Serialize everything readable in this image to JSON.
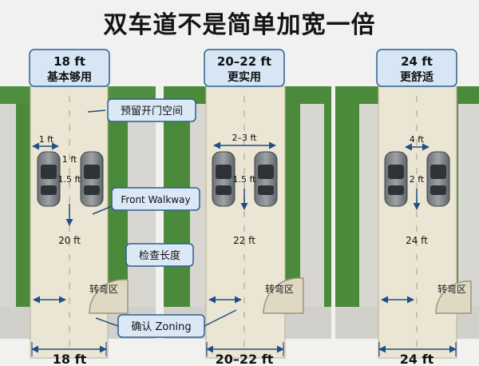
{
  "title": "双车道不是简单加宽一倍",
  "panels": [
    {
      "header_width": "18 ft",
      "header_note": "基本够用",
      "gap_side": "1 ft",
      "gap_between": "1 ft",
      "gap_front": "1.5 ft",
      "depth": "20 ft",
      "turn_label": "转弯区",
      "bottom_width": "18 ft"
    },
    {
      "header_width": "20–22 ft",
      "header_note": "更实用",
      "gap_between": "2–3 ft",
      "gap_front": "1.5 ft",
      "depth": "22 ft",
      "turn_label": "转弯区",
      "bottom_width": "20–22 ft"
    },
    {
      "header_width": "24 ft",
      "header_note": "更舒适",
      "gap_between": "4 ft",
      "gap_front": "2 ft",
      "depth": "24 ft",
      "turn_label": "转弯区",
      "bottom_width": "24 ft"
    }
  ],
  "callouts": {
    "door_space": "预留开门空间",
    "front_walkway": "Front Walkway",
    "check_length": "检查长度",
    "confirm_zoning": "确认 Zoning"
  },
  "colors": {
    "header_fill": "#d6e6f4",
    "header_stroke": "#2d5f8f",
    "callout_fill": "#dbe8f5",
    "dimension": "#1e4f86",
    "grass": "#4a8a3a",
    "driveway": "#ebe5d3"
  }
}
